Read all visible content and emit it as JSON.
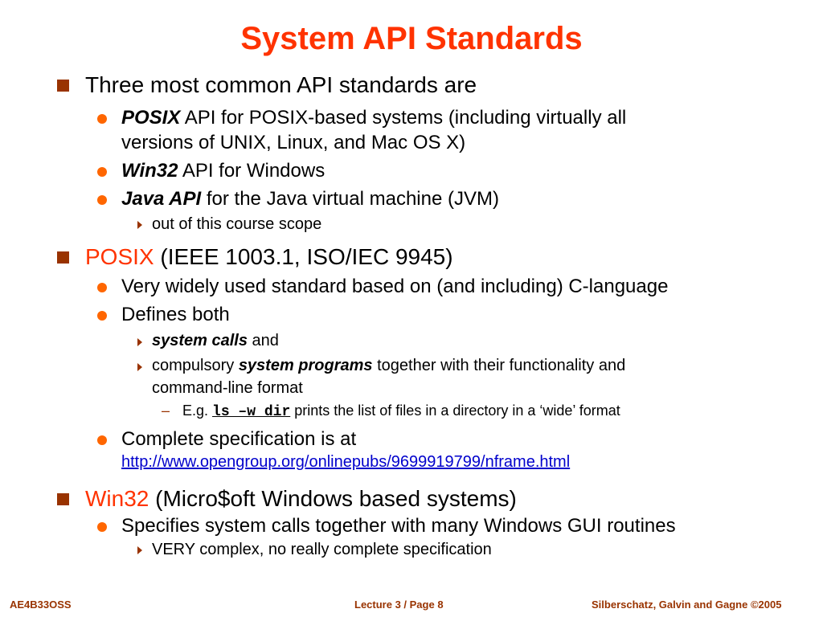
{
  "title": "System API Standards",
  "b1": {
    "text": "Three most common API standards are",
    "posix": {
      "term": "POSIX",
      "rest1": " API for POSIX-based systems (including virtually all",
      "rest2": "versions of UNIX, Linux, and Mac OS X)"
    },
    "win32": {
      "term": "Win32",
      "rest": " API for Windows"
    },
    "java": {
      "term": "Java API",
      "rest": " for the Java virtual machine (JVM)",
      "sub": "out of this course scope"
    }
  },
  "b2": {
    "term": "POSIX",
    "rest": " (IEEE 1003.1, ISO/IEC 9945)",
    "widely": "Very widely used standard based on (and including) C-language",
    "defines": "Defines both",
    "syscalls": {
      "term": "system calls",
      "rest": " and"
    },
    "programs": {
      "pre": "compulsory ",
      "term": "system programs",
      "rest1": " together with their functionality and",
      "rest2": "command-line format"
    },
    "example": {
      "pre": "E.g. ",
      "cmd": "ls –w dir",
      "rest": "  prints the list of files in a directory in a ‘wide’ format"
    },
    "spec": {
      "text": "Complete specification is at",
      "link": "http://www.opengroup.org/onlinepubs/9699919799/nframe.html"
    }
  },
  "b3": {
    "term": "Win32",
    "rest": " (Micro$oft Windows based systems)",
    "specifies": "Specifies system calls together with many Windows GUI routines",
    "complex": "VERY complex, no really complete specification"
  },
  "footer": {
    "left": "AE4B33OSS",
    "center": "Lecture 3 / Page 8",
    "right": "Silberschatz, Galvin and Gagne ©2005"
  },
  "colors": {
    "title": "#ff3300",
    "accent": "#993300",
    "bullet": "#ff6600",
    "link": "#0000cc"
  }
}
